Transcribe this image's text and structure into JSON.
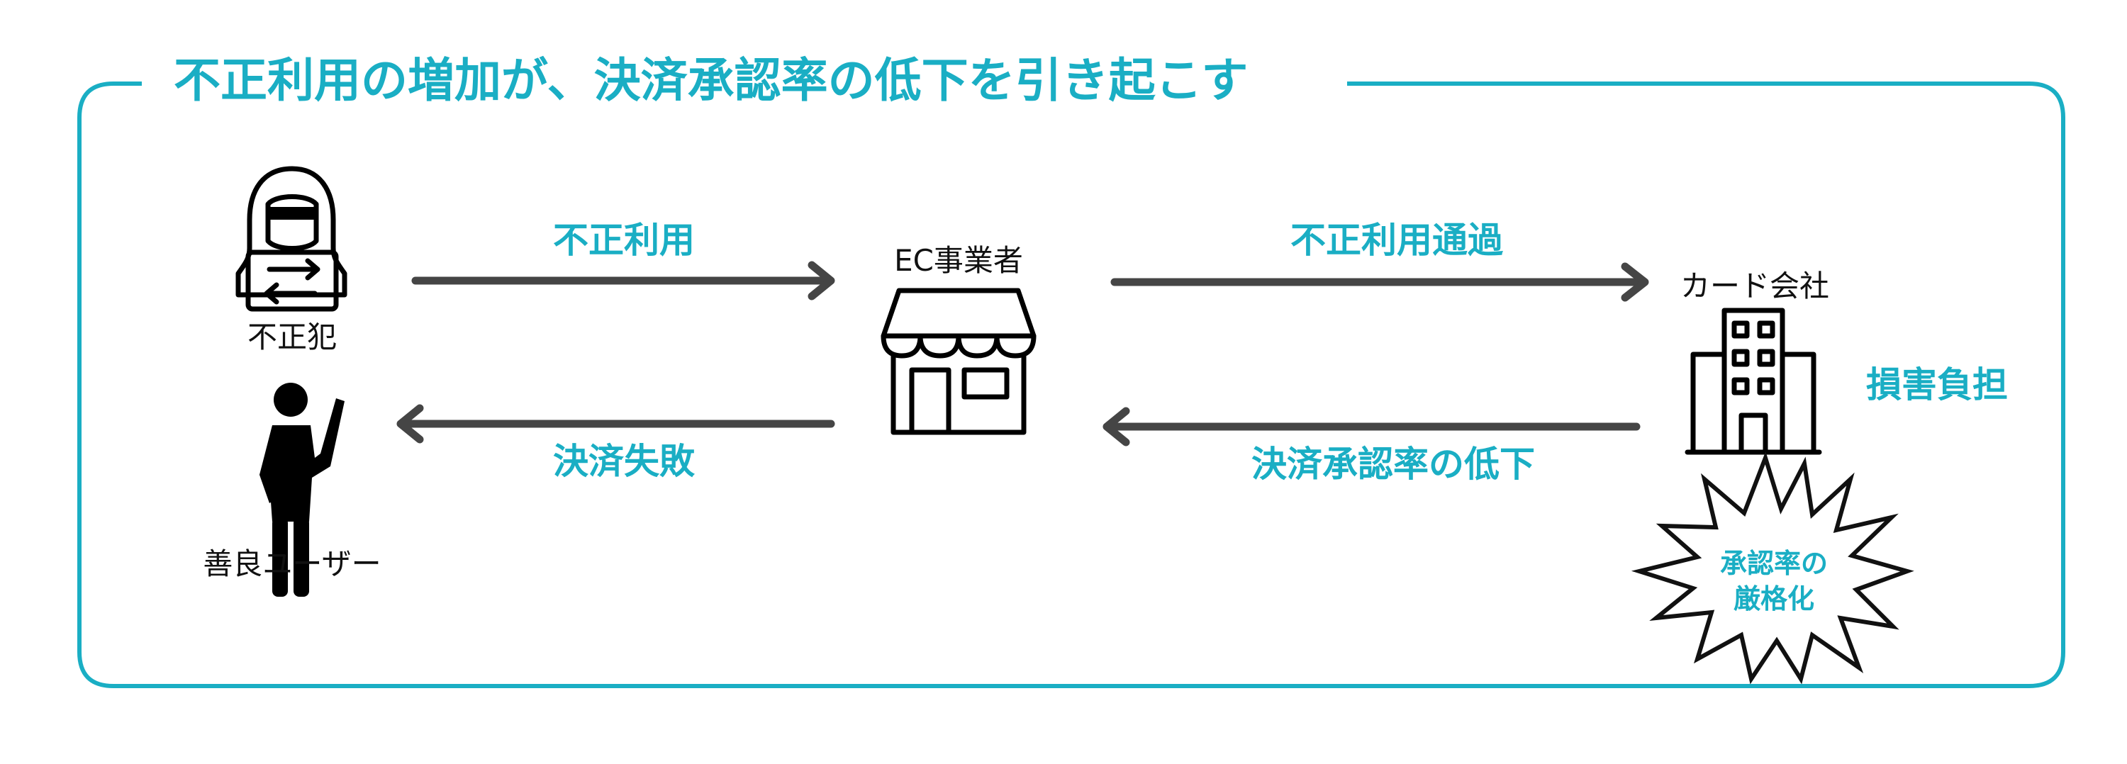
{
  "title": "不正利用の増加が、決済承認率の低下を引き起こす",
  "colors": {
    "accent": "#1aaec4",
    "arrow": "#454545",
    "icon": "#000000"
  },
  "actors": {
    "fraudster": {
      "label": "不正犯",
      "icon": "hacker-icon"
    },
    "legit_user": {
      "label": "善良ユーザー",
      "icon": "person-icon"
    },
    "ec_merchant": {
      "label": "EC事業者",
      "icon": "storefront-icon"
    },
    "card_company": {
      "label": "カード会社",
      "icon": "office-building-icon"
    }
  },
  "flows": {
    "fraud_use": "不正利用",
    "fraud_pass": "不正利用通過",
    "payment_failure": "決済失敗",
    "approval_drop": "決済承認率の低下"
  },
  "damage": "損害負担",
  "burst": {
    "line1": "承認率の",
    "line2": "厳格化"
  }
}
